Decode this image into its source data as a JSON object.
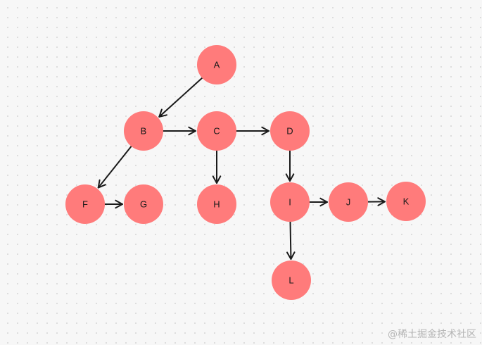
{
  "diagram": {
    "node_color": "#ff7b7b",
    "edge_color": "#1a1a1a",
    "nodes": [
      {
        "id": "A",
        "label": "A"
      },
      {
        "id": "B",
        "label": "B"
      },
      {
        "id": "C",
        "label": "C"
      },
      {
        "id": "D",
        "label": "D"
      },
      {
        "id": "F",
        "label": "F"
      },
      {
        "id": "G",
        "label": "G"
      },
      {
        "id": "H",
        "label": "H"
      },
      {
        "id": "I",
        "label": "I"
      },
      {
        "id": "J",
        "label": "J"
      },
      {
        "id": "K",
        "label": "K"
      },
      {
        "id": "L",
        "label": "L"
      }
    ],
    "edges": [
      {
        "from": "A",
        "to": "B"
      },
      {
        "from": "B",
        "to": "C"
      },
      {
        "from": "C",
        "to": "D"
      },
      {
        "from": "B",
        "to": "F"
      },
      {
        "from": "F",
        "to": "G"
      },
      {
        "from": "C",
        "to": "H"
      },
      {
        "from": "D",
        "to": "I"
      },
      {
        "from": "I",
        "to": "J"
      },
      {
        "from": "J",
        "to": "K"
      },
      {
        "from": "I",
        "to": "L"
      }
    ]
  },
  "watermark": "@稀土掘金技术社区"
}
